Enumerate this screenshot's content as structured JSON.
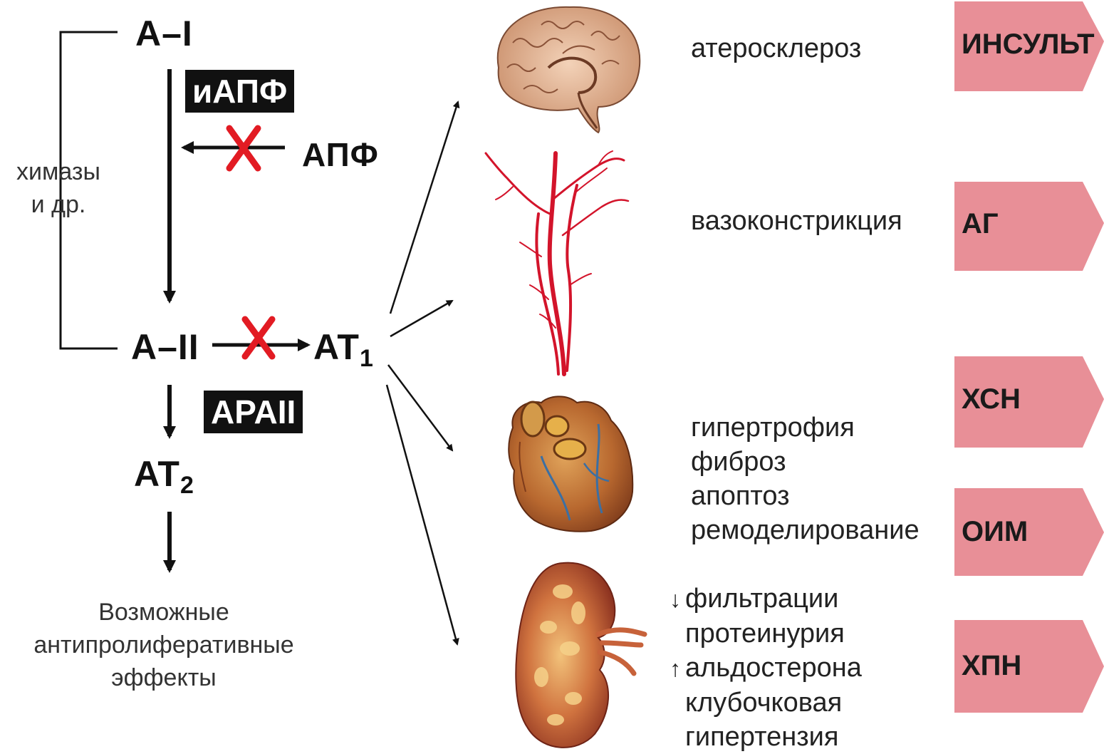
{
  "pathway": {
    "a1": "A–I",
    "iapf": "иАПФ",
    "apf": "АПФ",
    "chymase_line1": "химазы",
    "chymase_line2": "и др.",
    "a2": "A–II",
    "at1": "AT",
    "at1_sub": "1",
    "arapii": "APAII",
    "at2": "AT",
    "at2_sub": "2",
    "antiprolif": [
      "Возможные",
      "антипролиферативные",
      "эффекты"
    ]
  },
  "effects": {
    "brain": "атеросклероз",
    "vessels": "вазоконстрикция",
    "heart": [
      "гипертрофия",
      "фиброз",
      "апоптоз",
      "ремоделирование"
    ],
    "kidney": [
      "фильтрации",
      "протеинурия",
      "альдостерона",
      "клубочковая",
      "гипертензия"
    ],
    "kidney_down_symbol": "↓",
    "kidney_up_symbol": "↑"
  },
  "outcomes": [
    "ИНСУЛЬТ",
    "АГ",
    "ХСН",
    "ОИМ",
    "ХПН"
  ],
  "icons": [
    "brain-illustration",
    "arteries-illustration",
    "heart-illustration",
    "kidney-illustration",
    "block-x-icon"
  ],
  "colors": {
    "outcome_fill": "#e88f97",
    "block_red": "#e21b23",
    "vessel_red": "#d3142b"
  }
}
